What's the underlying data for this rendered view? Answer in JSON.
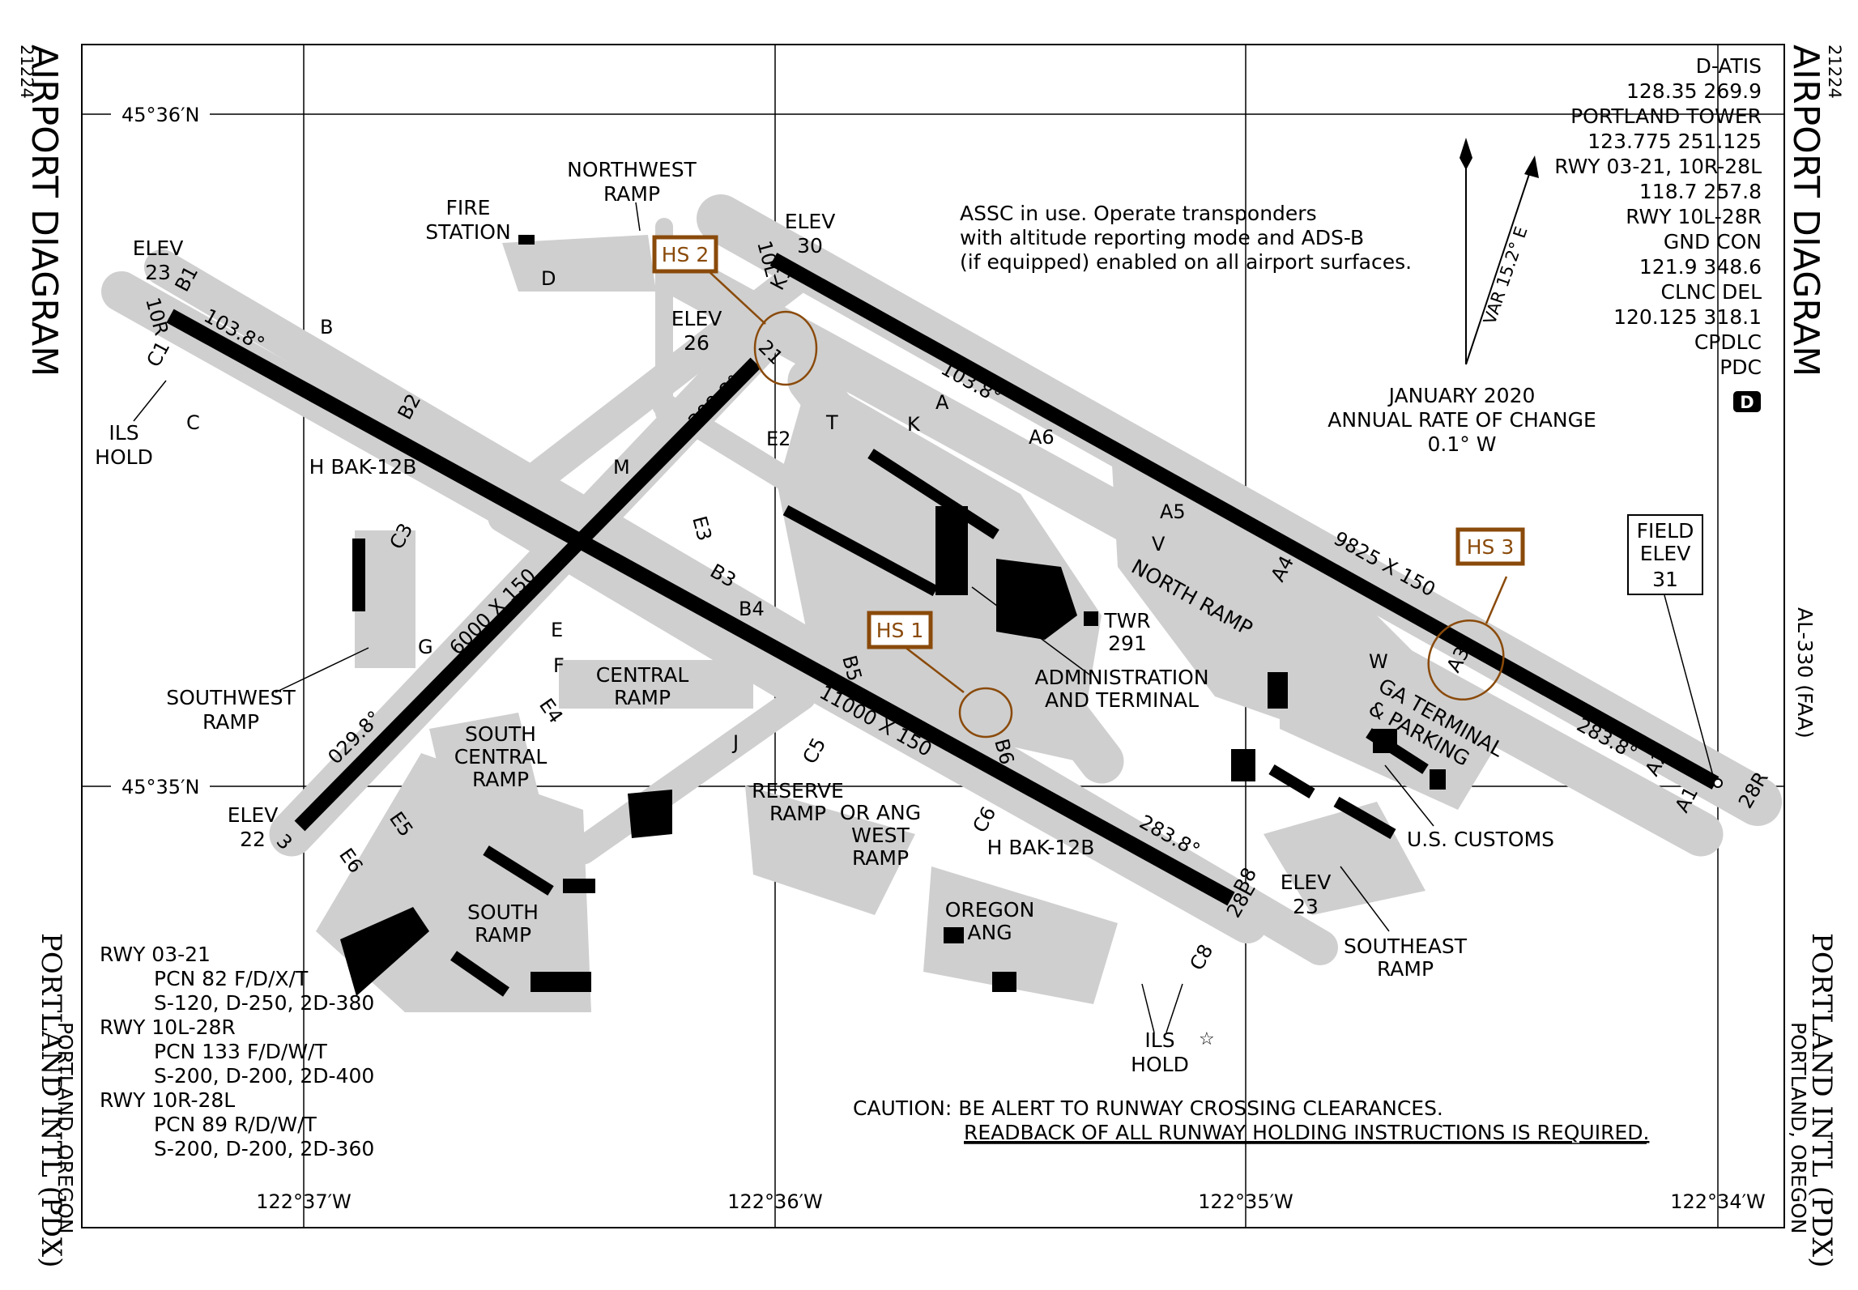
{
  "corner_ids": {
    "left": "21224",
    "right": "21224"
  },
  "title": {
    "left": "AIRPORT DIAGRAM",
    "right": "AIRPORT DIAGRAM"
  },
  "airport": {
    "name": "PORTLAND INTL (PDX)",
    "city": "PORTLAND, OREGON"
  },
  "coords": {
    "lat_top": "45°36′N",
    "lat_bottom": "45°35′N",
    "lon_1": "122°37′W",
    "lon_2": "122°36′W",
    "lon_3": "122°35′W",
    "lon_4": "122°34′W"
  },
  "frequencies": [
    "D-ATIS",
    "128.35 269.9",
    "PORTLAND TOWER",
    "123.775 251.125",
    "RWY 03-21, 10R-28L",
    "118.7 257.8",
    "RWY 10L-28R",
    "GND CON",
    "121.9 348.6",
    "CLNC DEL",
    "120.125 318.1",
    "CPDLC",
    "PDC"
  ],
  "cpdlc_badge": "D",
  "notice": [
    "ASSC in use. Operate transponders",
    "with altitude reporting mode and ADS-B",
    "(if equipped) enabled on all airport surfaces."
  ],
  "variation": {
    "label": "VAR 15.2° E",
    "date": "JANUARY 2020",
    "rate_title": "ANNUAL RATE OF CHANGE",
    "rate": "0.1° W"
  },
  "field_elev": {
    "label1": "FIELD",
    "label2": "ELEV",
    "value": "31"
  },
  "al_number": "AL-330 (FAA)",
  "hot_spots": [
    "HS 1",
    "HS 2",
    "HS 3"
  ],
  "runway_dims": {
    "r1028l": "11000 X 150",
    "r1028r": "9825 X 150",
    "r0321": "6000 X 150"
  },
  "headings": {
    "h1038_l": "103.8°",
    "h1038_r": "103.8°",
    "h2838_l": "283.8°",
    "h2838_r": "283.8°",
    "h2098": "209.8°",
    "h0298": "029.8°"
  },
  "runway_ends": {
    "r10r": "10R",
    "r10l": "10L",
    "r28l": "28L",
    "r28r": "28R",
    "r21": "21",
    "r3": "3"
  },
  "elevations": {
    "nw": {
      "label": "ELEV",
      "value": "23"
    },
    "n10l": {
      "label": "ELEV",
      "value": "30"
    },
    "r21": {
      "label": "ELEV",
      "value": "26"
    },
    "r3": {
      "label": "ELEV",
      "value": "22"
    },
    "r28l": {
      "label": "ELEV",
      "value": "23"
    }
  },
  "labels": {
    "fire1": "FIRE",
    "fire2": "STATION",
    "nwramp1": "NORTHWEST",
    "nwramp2": "RAMP",
    "ils_hold_w1": "ILS",
    "ils_hold_w2": "HOLD",
    "hbak_w": "H BAK-12B",
    "hbak_e": "H BAK-12B",
    "swramp1": "SOUTHWEST",
    "swramp2": "RAMP",
    "central1": "CENTRAL",
    "central2": "RAMP",
    "scentral1": "SOUTH",
    "scentral2": "CENTRAL",
    "scentral3": "RAMP",
    "south1": "SOUTH",
    "south2": "RAMP",
    "reserve1": "RESERVE",
    "reserve2": "RAMP",
    "orang_w1": "OR ANG",
    "orang_w2": "WEST",
    "orang_w3": "RAMP",
    "orang1": "OREGON",
    "orang2": "ANG",
    "twr1": "TWR",
    "twr2": "291",
    "admin1": "ADMINISTRATION",
    "admin2": "AND TERMINAL",
    "northramp": "NORTH RAMP",
    "ga1": "GA TERMINAL",
    "ga2": "& PARKING",
    "customs": "U.S. CUSTOMS",
    "seramp1": "SOUTHEAST",
    "seramp2": "RAMP",
    "ils_hold_e1": "ILS",
    "ils_hold_e2": "HOLD"
  },
  "taxiways": {
    "B1": "B1",
    "C1": "C1",
    "B": "B",
    "C": "C",
    "B2": "B2",
    "C3": "C3",
    "M": "M",
    "G": "G",
    "E": "E",
    "F": "F",
    "E4": "E4",
    "E5": "E5",
    "E6": "E6",
    "J": "J",
    "E3": "E3",
    "B3": "B3",
    "B4": "B4",
    "T": "T",
    "B5": "B5",
    "K": "K",
    "K1": "K1",
    "A": "A",
    "A6": "A6",
    "A5": "A5",
    "A4": "A4",
    "A3": "A3",
    "A2": "A2",
    "A1": "A1",
    "E2": "E2",
    "W": "W",
    "C5": "C5",
    "C6": "C6",
    "B6": "B6",
    "B8": "B8",
    "C8": "C8",
    "V": "V",
    "D": "D"
  },
  "pcn": [
    {
      "rwy": "RWY  03-21",
      "pcn": "PCN 82 F/D/X/T",
      "loads": "S-120, D-250, 2D-380"
    },
    {
      "rwy": "RWY 10L-28R",
      "pcn": "PCN 133 F/D/W/T",
      "loads": "S-200, D-200, 2D-400"
    },
    {
      "rwy": "RWY 10R-28L",
      "pcn": "PCN 89 R/D/W/T",
      "loads": "S-200, D-200, 2D-360"
    }
  ],
  "caution": {
    "line1": "CAUTION: BE ALERT TO RUNWAY CROSSING CLEARANCES.",
    "line2": "READBACK OF ALL RUNWAY HOLDING INSTRUCTIONS IS REQUIRED."
  }
}
